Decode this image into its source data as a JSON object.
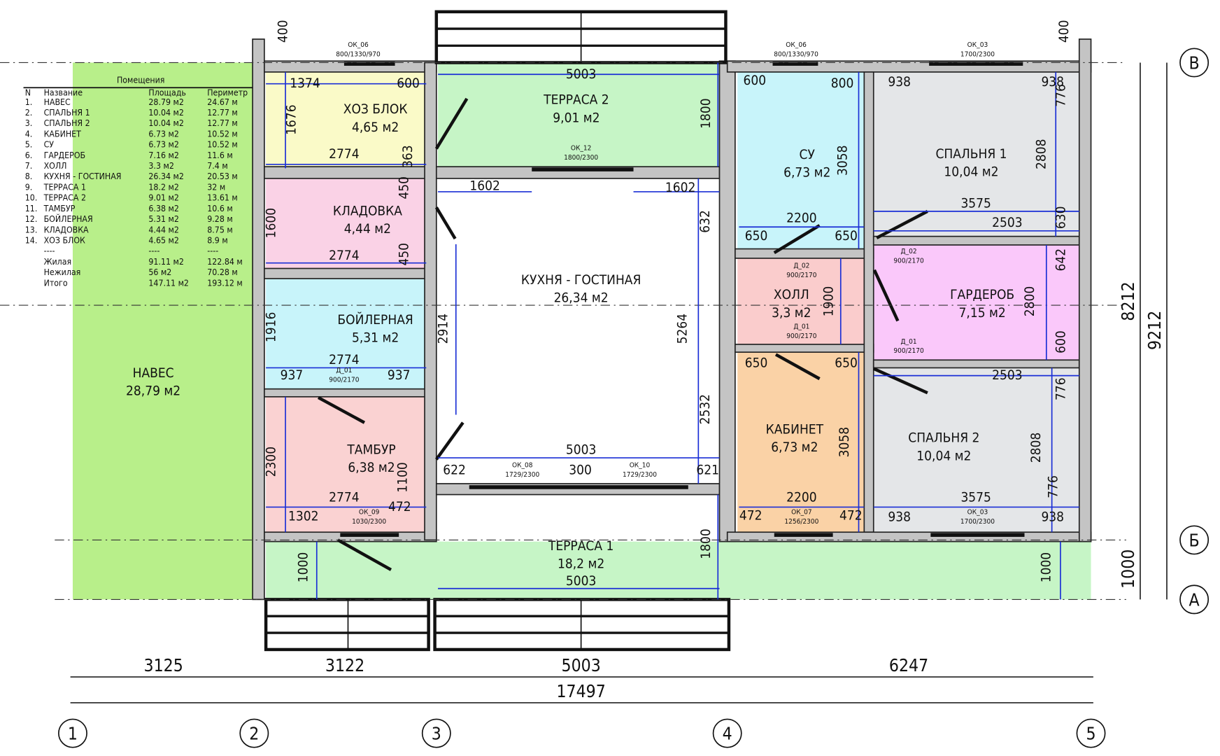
{
  "title": "Floor plan",
  "colors": {
    "naves": "#b8ef8a",
    "terrace": "#c6f5c6",
    "hoz": "#fafac8",
    "klad": "#fad2e6",
    "boiler": "#c8f4fa",
    "tambur": "#fad2d2",
    "kitchen": "#ffffff",
    "su": "#c8f4fa",
    "holl": "#facccc",
    "kabinet": "#fad2a6",
    "bedroom": "#e4e6e8",
    "garderob": "#fac8fa",
    "wall": "#c4c4c4",
    "dim": "#1a2fd6"
  },
  "rooms": [
    {
      "key": "naves",
      "name": "НАВЕС",
      "area": "28,79 м2"
    },
    {
      "key": "hoz",
      "name": "ХОЗ БЛОК",
      "area": "4,65 м2"
    },
    {
      "key": "klad",
      "name": "КЛАДОВКА",
      "area": "4,44 м2"
    },
    {
      "key": "boiler",
      "name": "БОЙЛЕРНАЯ",
      "area": "5,31 м2"
    },
    {
      "key": "tambur",
      "name": "ТАМБУР",
      "area": "6,38 м2"
    },
    {
      "key": "terrace2",
      "name": "ТЕРРАСА 2",
      "area": "9,01 м2"
    },
    {
      "key": "kitchen",
      "name": "КУХНЯ - ГОСТИНАЯ",
      "area": "26,34 м2"
    },
    {
      "key": "su",
      "name": "СУ",
      "area": "6,73 м2"
    },
    {
      "key": "holl",
      "name": "ХОЛЛ",
      "area": "3,3 м2"
    },
    {
      "key": "kabinet",
      "name": "КАБИНЕТ",
      "area": "6,73 м2"
    },
    {
      "key": "bed1",
      "name": "СПАЛЬНЯ 1",
      "area": "10,04 м2"
    },
    {
      "key": "garderob",
      "name": "ГАРДЕРОБ",
      "area": "7,15 м2"
    },
    {
      "key": "bed2",
      "name": "СПАЛЬНЯ 2",
      "area": "10,04 м2"
    },
    {
      "key": "terrace1",
      "name": "ТЕРРАСА 1",
      "area": "18,2 м2"
    }
  ],
  "table": {
    "title": "Помещения",
    "headers": [
      "N",
      "Название",
      "Площадь",
      "Периметр"
    ],
    "rows": [
      [
        "1.",
        "НАВЕС",
        "28.79 м2",
        "24.67 м"
      ],
      [
        "2.",
        "СПАЛЬНЯ 1",
        "10.04 м2",
        "12.77 м"
      ],
      [
        "3.",
        "СПАЛЬНЯ 2",
        "10.04 м2",
        "12.77 м"
      ],
      [
        "4.",
        "КАБИНЕТ",
        "6.73 м2",
        "10.52 м"
      ],
      [
        "5.",
        "СУ",
        "6.73 м2",
        "10.52 м"
      ],
      [
        "6.",
        "ГАРДЕРОБ",
        "7.16 м2",
        "11.6 м"
      ],
      [
        "7.",
        "ХОЛЛ",
        "3.3 м2",
        "7.4 м"
      ],
      [
        "8.",
        "КУХНЯ - ГОСТИНАЯ",
        "26.34 м2",
        "20.53 м"
      ],
      [
        "9.",
        "ТЕРРАСА 1",
        "18.2 м2",
        "32 м"
      ],
      [
        "10.",
        "ТЕРРАСА 2",
        "9.01 м2",
        "13.61 м"
      ],
      [
        "11.",
        "ТАМБУР",
        "6.38 м2",
        "10.6 м"
      ],
      [
        "12.",
        "БОЙЛЕРНАЯ",
        "5.31 м2",
        "9.28 м"
      ],
      [
        "13.",
        "КЛАДОВКА",
        "4.44 м2",
        "8.75 м"
      ],
      [
        "14.",
        "ХОЗ БЛОК",
        "4.65 м2",
        "8.9 м"
      ],
      [
        "",
        "----",
        "----",
        "----"
      ],
      [
        "",
        "Жилая",
        "91.11 м2",
        "122.84 м"
      ],
      [
        "",
        "Нежилая",
        "56 м2",
        "70.28 м"
      ],
      [
        "",
        "Итого",
        "147.11 м2",
        "193.12 м"
      ]
    ]
  },
  "dimensions": [
    "1374",
    "600",
    "1676",
    "2774",
    "363",
    "1602",
    "1602",
    "5003",
    "1800",
    "600",
    "800",
    "3058",
    "938",
    "938",
    "776",
    "2808",
    "3575",
    "2503",
    "630",
    "2200",
    "650",
    "650",
    "1600",
    "2774",
    "450",
    "450",
    "632",
    "2914",
    "5264",
    "1916",
    "2774",
    "937",
    "937",
    "1900",
    "642",
    "2800",
    "600",
    "650",
    "650",
    "2503",
    "776",
    "3058",
    "2808",
    "776",
    "2532",
    "2300",
    "1100",
    "2774",
    "472",
    "1302",
    "5003",
    "622",
    "300",
    "621",
    "2200",
    "3575",
    "472",
    "472",
    "938",
    "938",
    "1000",
    "5003",
    "1800",
    "1000",
    "400",
    "400"
  ],
  "overall_dimensions": [
    "3125",
    "3122",
    "5003",
    "6247",
    "17497",
    "8212",
    "9212",
    "1000"
  ],
  "openings": [
    [
      "ОК_06",
      "800/1330/970"
    ],
    [
      "ОК_06",
      "800/1330/970"
    ],
    [
      "ОК_03",
      "1700/2300"
    ],
    [
      "ОК_12",
      "1800/2300"
    ],
    [
      "Д_02",
      "900/2170"
    ],
    [
      "Д_02",
      "900/2170"
    ],
    [
      "Д_01",
      "900/2170"
    ],
    [
      "Д_01",
      "900/2170"
    ],
    [
      "Д_01",
      "900/2170"
    ],
    [
      "ОК_08",
      "1729/2300"
    ],
    [
      "ОК_10",
      "1729/2300"
    ],
    [
      "ОК_03",
      "1700/2300"
    ],
    [
      "ОК_07",
      "1256/2300"
    ],
    [
      "ОК_09",
      "1030/2300"
    ]
  ],
  "axes_x": [
    "1",
    "2",
    "3",
    "4",
    "5"
  ],
  "axes_y": [
    "В",
    "Б",
    "А"
  ]
}
